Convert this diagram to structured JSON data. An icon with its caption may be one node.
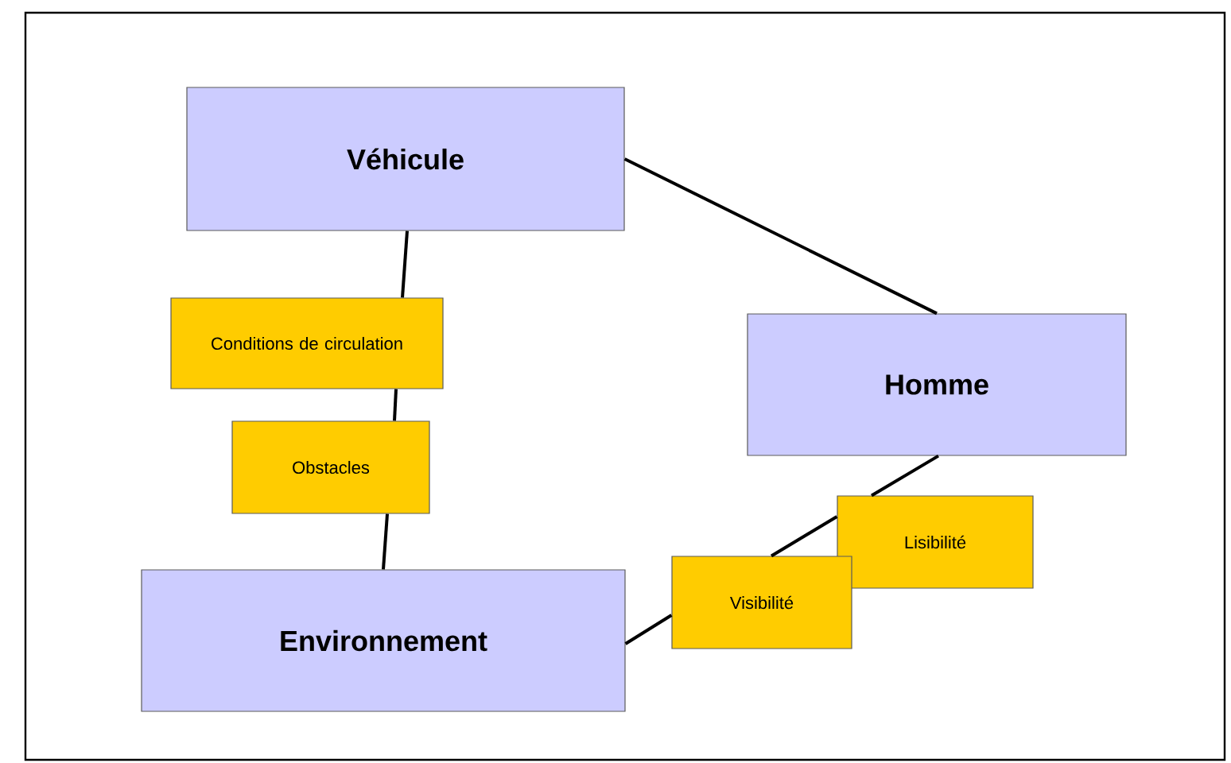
{
  "diagram": {
    "nodes": [
      {
        "text": [
          "Véhicule"
        ]
      },
      {
        "text": [
          "Conditions de circulation"
        ]
      },
      {
        "text": [
          "Homme"
        ]
      },
      {
        "text": [
          "Obstacles"
        ]
      },
      {
        "text": [
          "Lisibilité"
        ]
      },
      {
        "text": [
          "Environnement"
        ]
      },
      {
        "text": [
          "Visibilité"
        ]
      }
    ],
    "edges": [
      {
        "from": 0,
        "to": 2,
        "arrow": "none"
      },
      {
        "from": 0,
        "to": 1,
        "arrow": "none"
      },
      {
        "from": 1,
        "to": 3,
        "arrow": "none"
      },
      {
        "from": 3,
        "to": 5,
        "arrow": "none"
      },
      {
        "from": 5,
        "to": 6,
        "arrow": "none"
      },
      {
        "from": 6,
        "to": 4,
        "arrow": "none"
      },
      {
        "from": 4,
        "to": 2,
        "arrow": "none"
      }
    ]
  }
}
